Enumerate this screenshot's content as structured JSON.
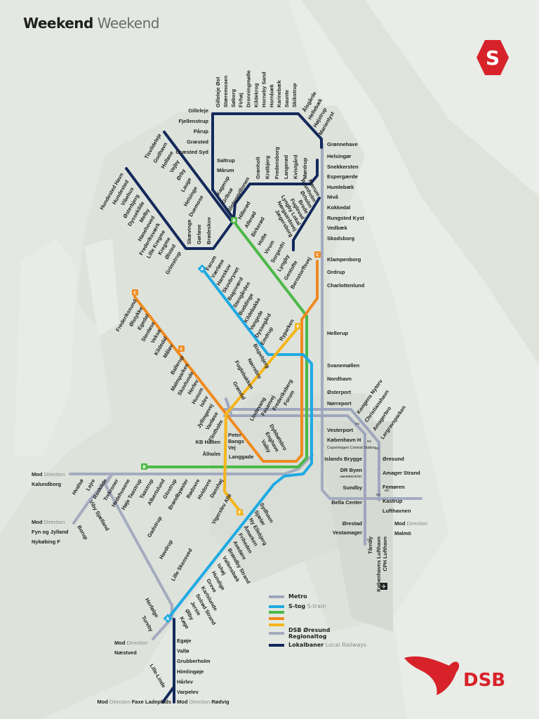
{
  "header": {
    "title_bold": "Weekend",
    "title_light": "Weekend"
  },
  "colors": {
    "metro": "#9ea6bd",
    "s_train_a_e": "#1faae2",
    "s_train_b": "#4db848",
    "s_train_c": "#f08a1f",
    "s_train_f": "#f5b51b",
    "regional": "#a4abbf",
    "local": "#14295b",
    "brand_red": "#d7222a"
  },
  "logos": {
    "s_tog": "S",
    "dsb": "DSB"
  },
  "badges": {
    "A": "A",
    "B": "B",
    "C": "C",
    "F": "F"
  },
  "legend": [
    {
      "label": "Metro",
      "sub": "",
      "color": "#9ea6bd"
    },
    {
      "label": "S-tog",
      "sub": "S-train",
      "color": "#1faae2"
    },
    {
      "label": "",
      "sub": "",
      "color": "#4db848"
    },
    {
      "label": "",
      "sub": "",
      "color": "#f08a1f"
    },
    {
      "label": "",
      "sub": "",
      "color": "#f5b51b"
    },
    {
      "label": "DSB Øresund",
      "label2": "Regionaltog",
      "sub": "",
      "color": "#a4abbf"
    },
    {
      "label": "Lokalbaner",
      "sub": "Local Railways",
      "color": "#14295b"
    }
  ],
  "directions": {
    "mod": "Mod",
    "direction": "Direction",
    "kalundborg": "Kalundborg",
    "fyn": "Fyn og Jylland",
    "nykobing": "Nykøbing F",
    "naestved": "Næstved",
    "faxe": "Faxe Ladeplads",
    "rodvig": "Rødvig",
    "malmo": "Malmö"
  },
  "airport_icon": "airplane-icon",
  "stations": {
    "gilleleje_top": [
      "Gilleleje Øst",
      "Stæremosen",
      "Søborg",
      "Firhøj",
      "Dronningmølle",
      "Kildekrog",
      "Horneby Sand",
      "Hornbæk",
      "Karinebæk",
      "Saunte",
      "Skibstrup"
    ],
    "hornbaek_diag": [
      "Ålsgårde",
      "Hellebæk",
      "Højstrup",
      "Marienlyst"
    ],
    "gilleleje_left": [
      "Gilleleje",
      "Fjellenstrup",
      "Pårup",
      "Græsted",
      "Græsted Syd"
    ],
    "saltrup": [
      "Saltrup",
      "Mårum"
    ],
    "kagerup": [
      "Kagerup",
      "Gribsø",
      "Slotspavillonen"
    ],
    "fredensborg_top": [
      "Grønholt",
      "Kratbjerg",
      "Fredensborg",
      "Langerød",
      "Kvistgård",
      "Mørdrup"
    ],
    "tisvilde": [
      "Tisvildeleje",
      "Godhavn",
      "Holløse",
      "Vejby",
      "Ørby",
      "Lauge",
      "Helsinge",
      "Duemose"
    ],
    "hundested": [
      "Hundested Havn",
      "Hundested",
      "Vibehus",
      "Østerbjerg",
      "Dyssekilde",
      "Melby",
      "Hanehoved",
      "Frederiksværk",
      "Lille Kregme",
      "Kregme",
      "Ølsted",
      "Grimstrup"
    ],
    "skaevinge": [
      "Skævinge",
      "Gørløse",
      "Brødeskov"
    ],
    "hillerod": [
      "Hillerød",
      "Allerød",
      "Birkerød",
      "Holte",
      "Virum",
      "Sorgenfri",
      "Lyngby",
      "Gentofte",
      "Bernstorffsvej"
    ],
    "naerum": [
      "Nærum",
      "Ravnholm",
      "Ørholm",
      "Brede",
      "Fuglevad",
      "Lyngby Lokal",
      "Nørgaardsvej",
      "Jægersborg"
    ],
    "kystbanen": [
      "Grønnehave",
      "Helsingør",
      "Snekkersten",
      "Espergærde",
      "Humlebæk",
      "Nivå",
      "Kokkedal",
      "Rungsted Kyst",
      "Vedbæk",
      "Skodsborg",
      "Klampenborg",
      "Ordrup",
      "Charlottenlund",
      "Hellerup",
      "Svanemøllen",
      "Nordhavn",
      "Østerport",
      "Nørreport",
      "Vesterport",
      "København H"
    ],
    "kbh_h_sub": "Copenhagen Central Station",
    "farum": [
      "Farum",
      "Værløse",
      "Hareskov",
      "Skovbrynet",
      "Bagsværd",
      "Stengården",
      "Buddinge",
      "Kildebakke",
      "Vangede",
      "Dyssegård",
      "Emdrup"
    ],
    "ryparken": [
      "Ryparken"
    ],
    "ring": [
      "Bispebjerg",
      "Nørrebro",
      "Fuglebakken",
      "Grøndal"
    ],
    "frederikssund": [
      "Frederikssund",
      "Ølstykke",
      "Egedal",
      "Stenløse",
      "Veksø",
      "Kildedal",
      "Måløv"
    ],
    "ballerup": [
      "Ballerup",
      "Malmparken",
      "Skovlunde",
      "Herlev",
      "Husum",
      "Islev",
      "Jyllingevej",
      "Vanløse",
      "Flintholm"
    ],
    "frb": [
      "Lindevang",
      "Fasanvej",
      "Frederiksberg",
      "Forum"
    ],
    "valby": [
      "Dybbølsbro",
      "Enghave",
      "Valby"
    ],
    "kb": [
      "KB Hallen",
      "Ålholm"
    ],
    "peter": [
      "Peter",
      "Bangs",
      "Vej",
      "Langgade"
    ],
    "west": [
      "Hvalsø",
      "Lejre",
      "Roskilde",
      "Trekroner",
      "Hedehusene",
      "Høje Taastrup",
      "Taastrup",
      "Albertslund",
      "Glostrup",
      "Brøndbyøster",
      "Rødovre",
      "Hvidovre",
      "Danshøj"
    ],
    "viby": [
      "Viby Sjælland",
      "Borup"
    ],
    "gadstrup": [
      "Gadstrup",
      "Havdrup",
      "Lille Skensved"
    ],
    "herfolge": [
      "Herfølge",
      "Tureby"
    ],
    "vigerslev": [
      "Vigerslev Allé"
    ],
    "koge_bugt": [
      "Sydhavn",
      "Sjælør",
      "Ny Ellebjerg",
      "Åmarken",
      "Friheden",
      "Avedøre",
      "Brøndby Strand",
      "Vallensbæk",
      "Ishøj",
      "Hundige",
      "Greve",
      "Karlslunde",
      "Solrød Strand",
      "Jersie",
      "Ølby",
      "Køge"
    ],
    "koge_south": [
      "Egøje",
      "Vallø",
      "Grubberholm",
      "Himlingøje",
      "Hårlev",
      "Varpelev"
    ],
    "lille_linde": [
      "Lille-Linde"
    ],
    "metro_diag": [
      "Kongens Nytorv",
      "Christianshavn",
      "Amagerbro",
      "Lergravsparken"
    ],
    "metro_m2": [
      "Øresund",
      "Amager Strand",
      "Femøren",
      "Kastrup",
      "Lufthavnen"
    ],
    "metro_m1": [
      "Islands Brygge",
      "DR Byen",
      "Sundby",
      "Bella Center",
      "Ørestad",
      "Vestamager"
    ],
    "dr_sub": "UNIVERSITETET",
    "airport": [
      "Tårnby",
      "Københavns Lufthavn",
      "CPH Lufthavn"
    ],
    "metro_labels": [
      "M1",
      "M2",
      "M1",
      "M2",
      "M2",
      "M1"
    ]
  }
}
